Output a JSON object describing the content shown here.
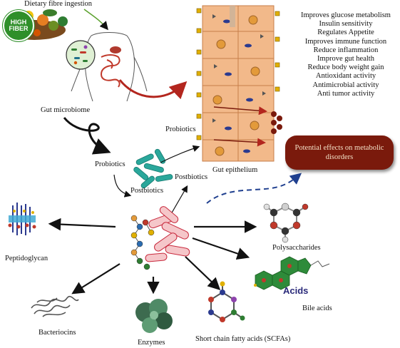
{
  "header": {
    "title": "Dietary fibre ingestion"
  },
  "badge": {
    "line1": "HIGH",
    "line2": "FIBER"
  },
  "labels": {
    "gut_microbiome": "Gut microbiome",
    "probiotics_left": "Probiotics",
    "probiotics_right": "Probiotics",
    "postbiotics_left": "Postbiotics",
    "postbiotics_right": "Postbiotics",
    "gut_epithelium": "Gut epithelium",
    "peptidoglycan": "Peptidoglycan",
    "bacteriocins": "Bacteriocins",
    "enzymes": "Enzymes",
    "scfas": "Short chain fatty acids (SCFAs)",
    "bile_acids": "Bile acids",
    "polysaccharides": "Polysaccharides",
    "acids_word": "Acids"
  },
  "benefits": [
    "Improves glucose metabolism",
    "Insulin sensitivity",
    "Regulates Appetite",
    "Improves immune function",
    "Reduce inflammation",
    "Improve gut health",
    "Reduce body weight gain",
    "Antioxidant activity",
    "Antimicrobial activity",
    "Anti tumor activity"
  ],
  "effects_box": {
    "text": "Potential effects on metabolic disorders"
  },
  "colors": {
    "epithelium": "#f2b98a",
    "effects_box": "#7a1a0c",
    "arrow_red": "#b3261e",
    "arrow_dashed": "#1f3f8f",
    "probiotic_rods": "#2aa79b",
    "postbiotic_rods": "#c8283c",
    "fiber_green": "#2f8f2a"
  },
  "icons": [
    "fiber-food-icon",
    "human-gut-icon",
    "probiotic-bacteria-icon",
    "postbiotic-cluster-icon",
    "peptidoglycan-icon",
    "bacteriocin-protein-icon",
    "enzyme-protein-icon",
    "scfa-molecule-icon",
    "bile-acid-molecule-icon",
    "polysaccharide-molecule-icon"
  ]
}
